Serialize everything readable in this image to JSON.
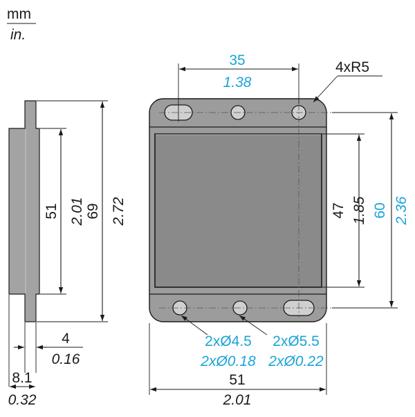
{
  "units": {
    "primary": "mm",
    "secondary": "in."
  },
  "side_view": {
    "d51_mm": "51",
    "d51_in": "2.01",
    "d69_mm": "69",
    "d69_in": "2.72",
    "d4_mm": "4",
    "d4_in": "0.16",
    "d8_mm": "8.1",
    "d8_in": "0.32"
  },
  "front_view": {
    "d35_mm": "35",
    "d35_in": "1.38",
    "radius": "4xR5",
    "d47_mm": "47",
    "d47_in": "1.85",
    "d60_mm": "60",
    "d60_in": "2.36",
    "hole_small_mm": "2xØ4.5",
    "hole_small_in": "2xØ0.18",
    "hole_large_mm": "2xØ5.5",
    "hole_large_in": "2xØ0.22",
    "d51_mm": "51",
    "d51_in": "2.01"
  },
  "colors": {
    "dim_blue": "#1aa3d9",
    "body_grey": "#999999",
    "face_grey": "#8a8a8a",
    "edge": "#1a1a1a"
  }
}
